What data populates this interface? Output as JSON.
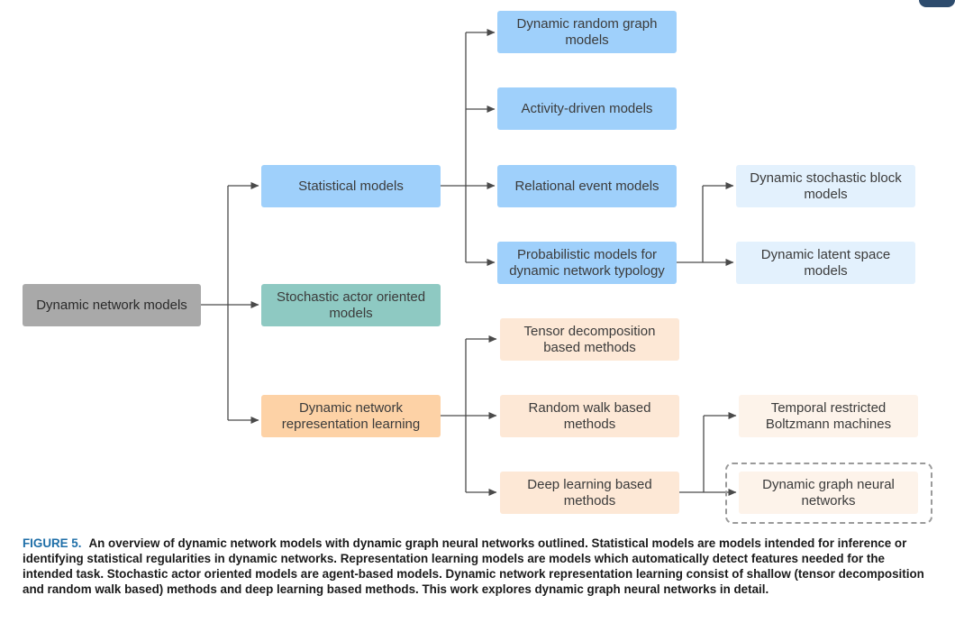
{
  "diagram": {
    "nodes": {
      "root": "Dynamic network models",
      "statistical": "Statistical models",
      "stochastic_actor": "Stochastic actor oriented models",
      "representation": "Dynamic network representation learning",
      "random_graph": "Dynamic random graph models",
      "activity_driven": "Activity-driven models",
      "relational_event": "Relational event models",
      "probabilistic": "Probabilistic models for dynamic network typology",
      "stochastic_block": "Dynamic stochastic block models",
      "latent_space": "Dynamic latent space models",
      "tensor": "Tensor decomposition based methods",
      "random_walk": "Random walk based methods",
      "deep_learning": "Deep learning based methods",
      "rbm": "Temporal restricted Boltzmann machines",
      "dgnn": "Dynamic graph neural networks"
    }
  },
  "caption": {
    "label": "FIGURE 5.",
    "text": "An overview of dynamic network models with dynamic graph neural networks outlined. Statistical models are models intended for inference or identifying statistical regularities in dynamic networks. Representation learning models are models which automatically detect features needed for the intended task. Stochastic actor oriented models are agent-based models. Dynamic network representation learning consist of shallow (tensor decomposition and random walk based) methods and deep learning based methods. This work explores dynamic graph neural networks in detail."
  }
}
